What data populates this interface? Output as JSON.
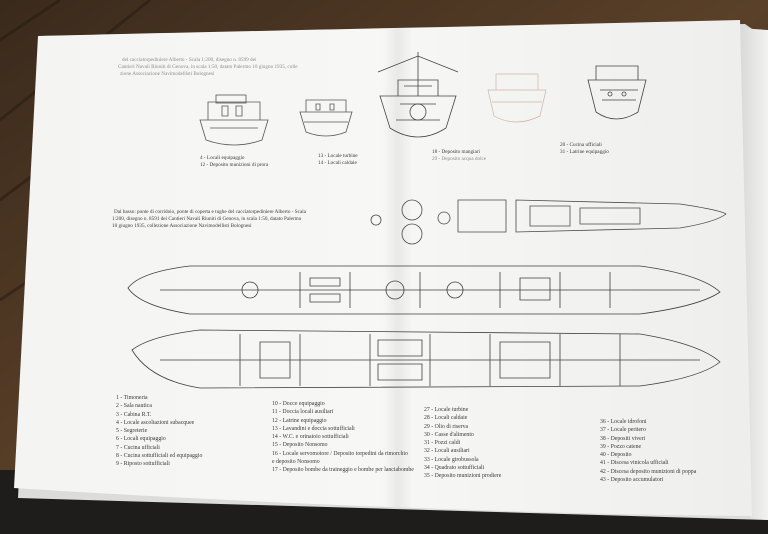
{
  "caption_top": {
    "line1": "del cacciatorpediniere Alberto - Scala 1:200, disegno n. 8599 dei",
    "line2": "Cantieri Navali Riuniti di Genova, in scala 1:50, datato Palermo 10 giugno 1935, colle",
    "line3": "zione Associazione Navimodellisti Bolognesi"
  },
  "caption_mid": {
    "line1": "Dal basso: ponte di corridoio, ponte di coperta e tughe del cacciatorpediniere Alberto - Scala",
    "line2": "1:200, disegno n. 8591 dei Cantieri Navali Riuniti di Genova, in scala 1:50, datato Palermo",
    "line3": "10 giugno 1935, collezione Associazione Navimodellisti Bolognesi"
  },
  "section_labels": {
    "a1": "4 - Locali equipaggio",
    "a2": "12 - Deposito munizioni di prora",
    "b1": "13 - Locale turbine",
    "b2": "14 - Locali caldaie",
    "c1": "18 - Deposito mangiari",
    "c2": "29 - Deposito acqua dolce",
    "d1": "20 - Cucina ufficiali",
    "d2": "31 - Latrine equipaggio"
  },
  "legend": {
    "col1": [
      "1 - Timoneria",
      "2 - Sala nautica",
      "3 - Cabina R.T.",
      "4 - Locale ascoltazioni subacquee",
      "5 - Segreterie",
      "6 - Locali equipaggio",
      "7 - Cucina ufficiali",
      "8 - Cucina sottufficiali ed equipaggio",
      "9 - Riposto sottufficiali"
    ],
    "col2": [
      "10 - Docce equipaggio",
      "11 - Doccia locali ausiliari",
      "12 - Latrine equipaggio",
      "13 - Lavandini e doccia sottufficiali",
      "14 - W.C. e orinatoio sottufficiali",
      "15 - Deposito Nonsomo",
      "16 - Locale servomotore / Deposito torpedini da rimorchio",
      "e deposito Nonsomo",
      "17 - Deposito bombe da traineggio e bombe per lanciabombe"
    ],
    "col3": [
      "27 - Locale turbine",
      "28 - Locali caldaie",
      "29 - Olio di riserva",
      "30 - Casse d'alimento",
      "31 - Pozzi caldi",
      "32 - Locali ausiliari",
      "33 - Locale girobussola",
      "34 - Quadrato sottufficiali",
      "35 - Deposito munizioni prodiere"
    ],
    "col4": [
      "36 - Locale idrofoni",
      "37 - Locale peritero",
      "38 - Depositi viveri",
      "39 - Pozzo catene",
      "40 - Deposito",
      "41 - Discesa vinicola ufficiali",
      "42 - Discesa deposito munizioni di poppa",
      "43 - Deposito accumulatori"
    ]
  }
}
